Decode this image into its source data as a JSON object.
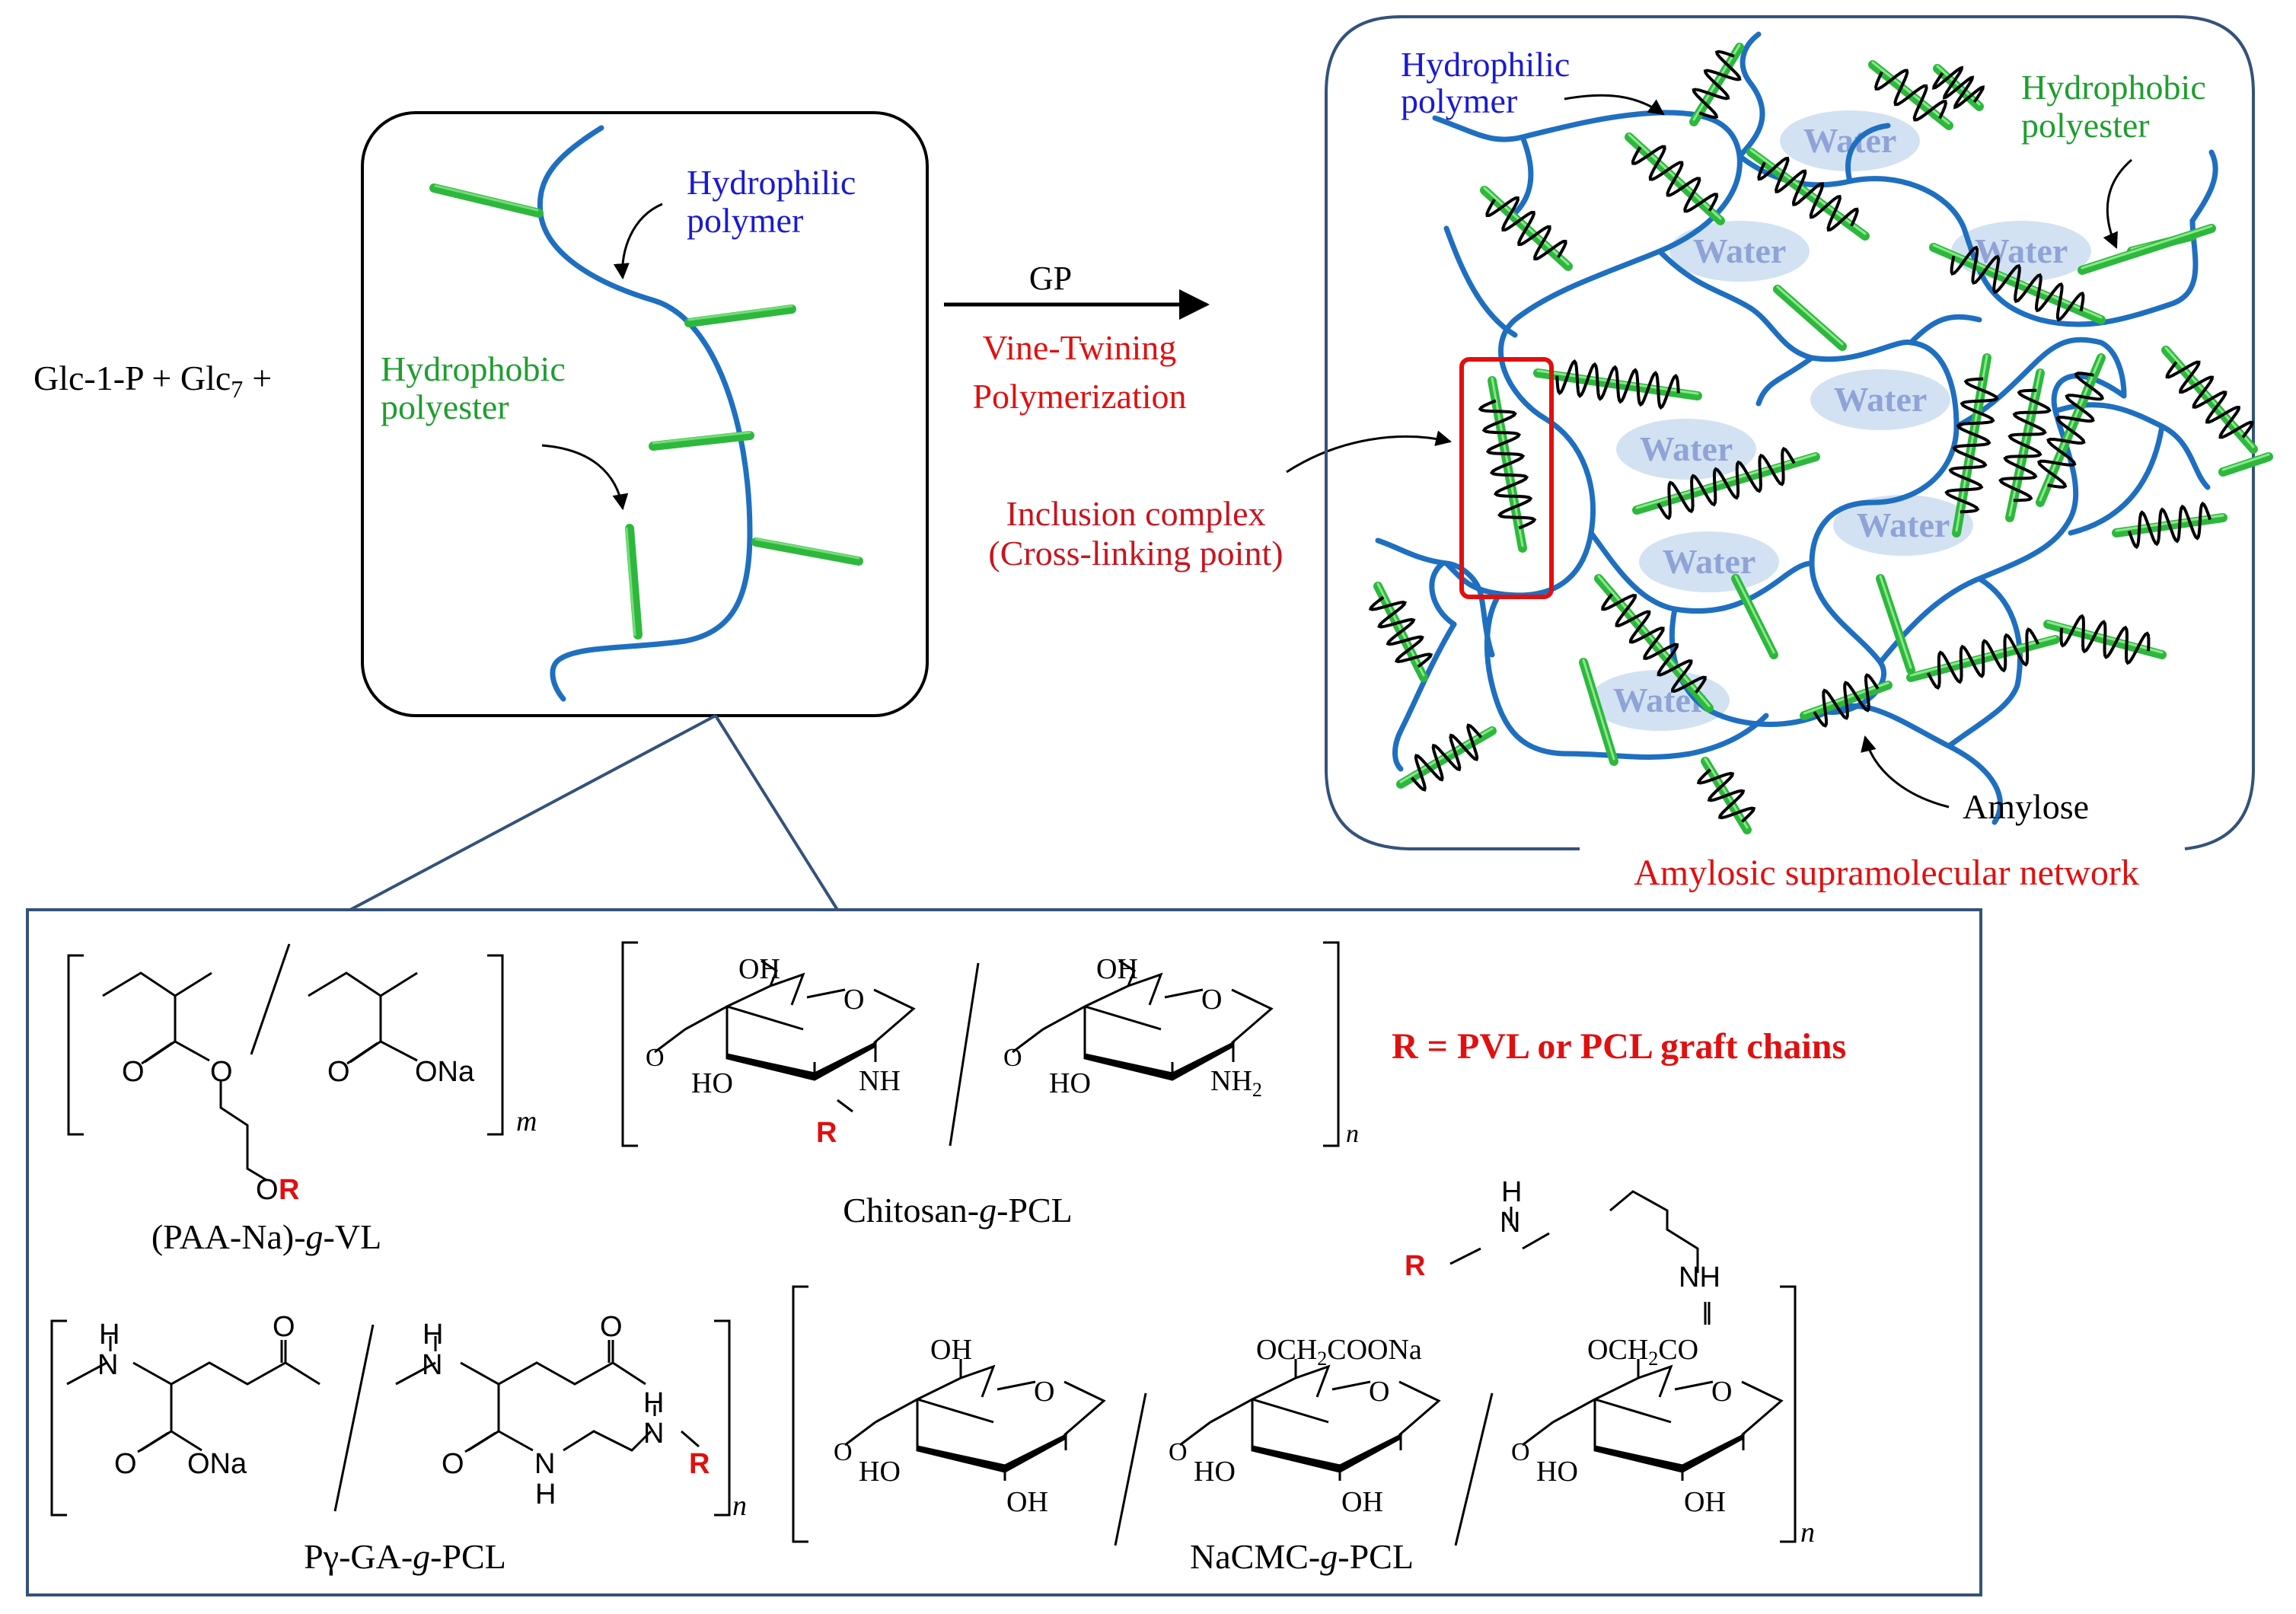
{
  "reaction": {
    "reactants": "Glc-1-P  + Glc",
    "reactant_subscript": "7",
    "reactant_plus": "+",
    "arrow_label": "GP",
    "process_line1": "Vine-Twining",
    "process_line2": "Polymerization"
  },
  "graft_box": {
    "hydrophilic_line1": "Hydrophilic",
    "hydrophilic_line2": "polymer",
    "hydrophobic_line1": "Hydrophobic",
    "hydrophobic_line2": "polyester"
  },
  "network": {
    "hydrophilic_line1": "Hydrophilic",
    "hydrophilic_line2": "polymer",
    "hydrophobic_line1": "Hydrophobic",
    "hydrophobic_line2": "polyester",
    "water_label": "Water",
    "amylose_label": "Amylose",
    "title": "Amylosic  supramolecular  network",
    "inclusion_line1": "Inclusion  complex",
    "inclusion_line2": "(Cross-linking point)"
  },
  "structures": {
    "r_definition": "R = PVL or PCL graft chains",
    "r_symbol": "R",
    "paa_name_prefix": "(PAA-Na)-",
    "paa_name_g": "g",
    "paa_name_suffix": "-VL",
    "chitosan_name_prefix": "Chitosan-",
    "chitosan_name_g": "g",
    "chitosan_name_suffix": "-PCL",
    "pgga_name_prefix": "Pγ-GA-",
    "pgga_name_g": "g",
    "pgga_name_suffix": "-PCL",
    "nacmc_name_prefix": "NaCMC-",
    "nacmc_name_g": "g",
    "nacmc_name_suffix": "-PCL",
    "sub_m": "m",
    "sub_n": "n",
    "atom_O": "O",
    "atom_ONa": "ONa",
    "atom_OH": "OH",
    "atom_HO": "HO",
    "atom_NH": "NH",
    "atom_NH2": "NH",
    "atom_NH2_sub": "2",
    "atom_H": "H",
    "atom_N": "N",
    "atom_OCH2COONa": "OCH",
    "atom_OCH2COONa_tail": "COONa",
    "atom_OCH2CO": "OCH",
    "atom_OCH2CO_tail": "CO",
    "atom_sub2": "2"
  },
  "colors": {
    "blue_polymer": "#1f6fc0",
    "green_polyester": "#2db83d",
    "red": "#e01010",
    "hydrophilic_text": "#1a1ad0",
    "hydrophobic_text": "#1e9e2e",
    "water_fill": "#d2e2f2",
    "water_text": "#8fa3d6",
    "frame_blue": "#34527a"
  }
}
